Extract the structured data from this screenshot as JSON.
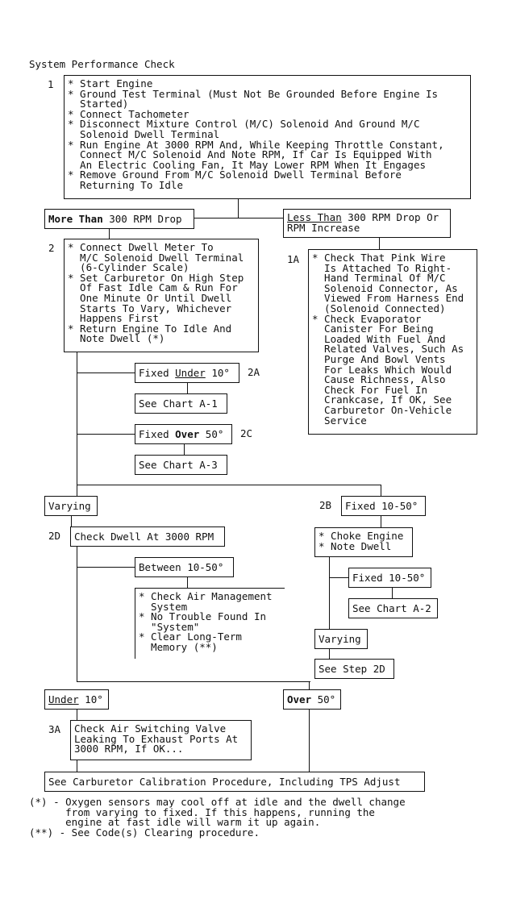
{
  "title": "System Performance Check",
  "labels": {
    "step1": "1",
    "step2": "2",
    "step1A": "1A",
    "step2A": "2A",
    "step2C": "2C",
    "step2B": "2B",
    "step2D": "2D",
    "step3A": "3A"
  },
  "box1": "* Start Engine\n* Ground Test Terminal (Must Not Be Grounded Before Engine Is\n  Started)\n* Connect Tachometer\n* Disconnect Mixture Control (M/C) Solenoid And Ground M/C\n  Solenoid Dwell Terminal\n* Run Engine At 3000 RPM And, While Keeping Throttle Constant,\n  Connect M/C Solenoid And Note RPM, If Car Is Equipped With\n  An Electric Cooling Fan, It May Lower RPM When It Engages\n* Remove Ground From M/C Solenoid Dwell Terminal Before\n  Returning To Idle",
  "more_than": {
    "bold": "More Than",
    "rest": " 300 RPM Drop"
  },
  "less_than": {
    "under": "Less Than",
    "rest": " 300 RPM Drop Or\nRPM Increase"
  },
  "box2": "* Connect Dwell Meter To\n  M/C Solenoid Dwell Terminal\n  (6-Cylinder Scale)\n* Set Carburetor On High Step\n  Of Fast Idle Cam & Run For\n  One Minute Or Until Dwell\n  Starts To Vary, Whichever\n  Happens First\n* Return Engine To Idle And\n  Note Dwell (*)",
  "box1A": "* Check That Pink Wire\n  Is Attached To Right-\n  Hand Terminal Of M/C\n  Solenoid Connector, As\n  Viewed From Harness End\n  (Solenoid Connected)\n* Check Evaporator\n  Canister For Being\n  Loaded With Fuel And\n  Related Valves, Such As\n  Purge And Bowl Vents\n  For Leaks Which Would\n  Cause Richness, Also\n  Check For Fuel In\n  Crankcase, If OK, See\n  Carburetor On-Vehicle\n  Service",
  "fixed_under": {
    "pre": "Fixed ",
    "under": "Under",
    "post": " 10°"
  },
  "see_a1": "See Chart A-1",
  "fixed_over": {
    "pre": "Fixed ",
    "bold": "Over",
    "post": " 50°"
  },
  "see_a3": "See Chart A-3",
  "varying": "Varying",
  "fixed_10_50": "Fixed 10-50°",
  "check_dwell": "Check Dwell At 3000 RPM",
  "choke": "* Choke Engine\n* Note Dwell",
  "between": "Between 10-50°",
  "fixed_10_50_b": "Fixed 10-50°",
  "see_a2": "See Chart A-2",
  "air_mgmt": "* Check Air Management\n  System\n* No Trouble Found In\n  \"System\"\n* Clear Long-Term\n  Memory (**)",
  "varying_b": "Varying",
  "see_2d": "See Step 2D",
  "under_10": {
    "under": "Under",
    "rest": " 10°"
  },
  "over_50": {
    "bold": "Over",
    "rest": " 50°"
  },
  "air_switch": "Check Air Switching Valve\nLeaking To Exhaust Ports At\n3000 RPM, If OK...",
  "carb_cal": "See Carburetor Calibration Procedure, Including TPS Adjust",
  "footnote1": "(*) - Oxygen sensors may cool off at idle and the dwell change\n      from varying to fixed. If this happens, running the\n      engine at fast idle will warm it up again.",
  "footnote2": "(**) - See Code(s) Clearing procedure."
}
